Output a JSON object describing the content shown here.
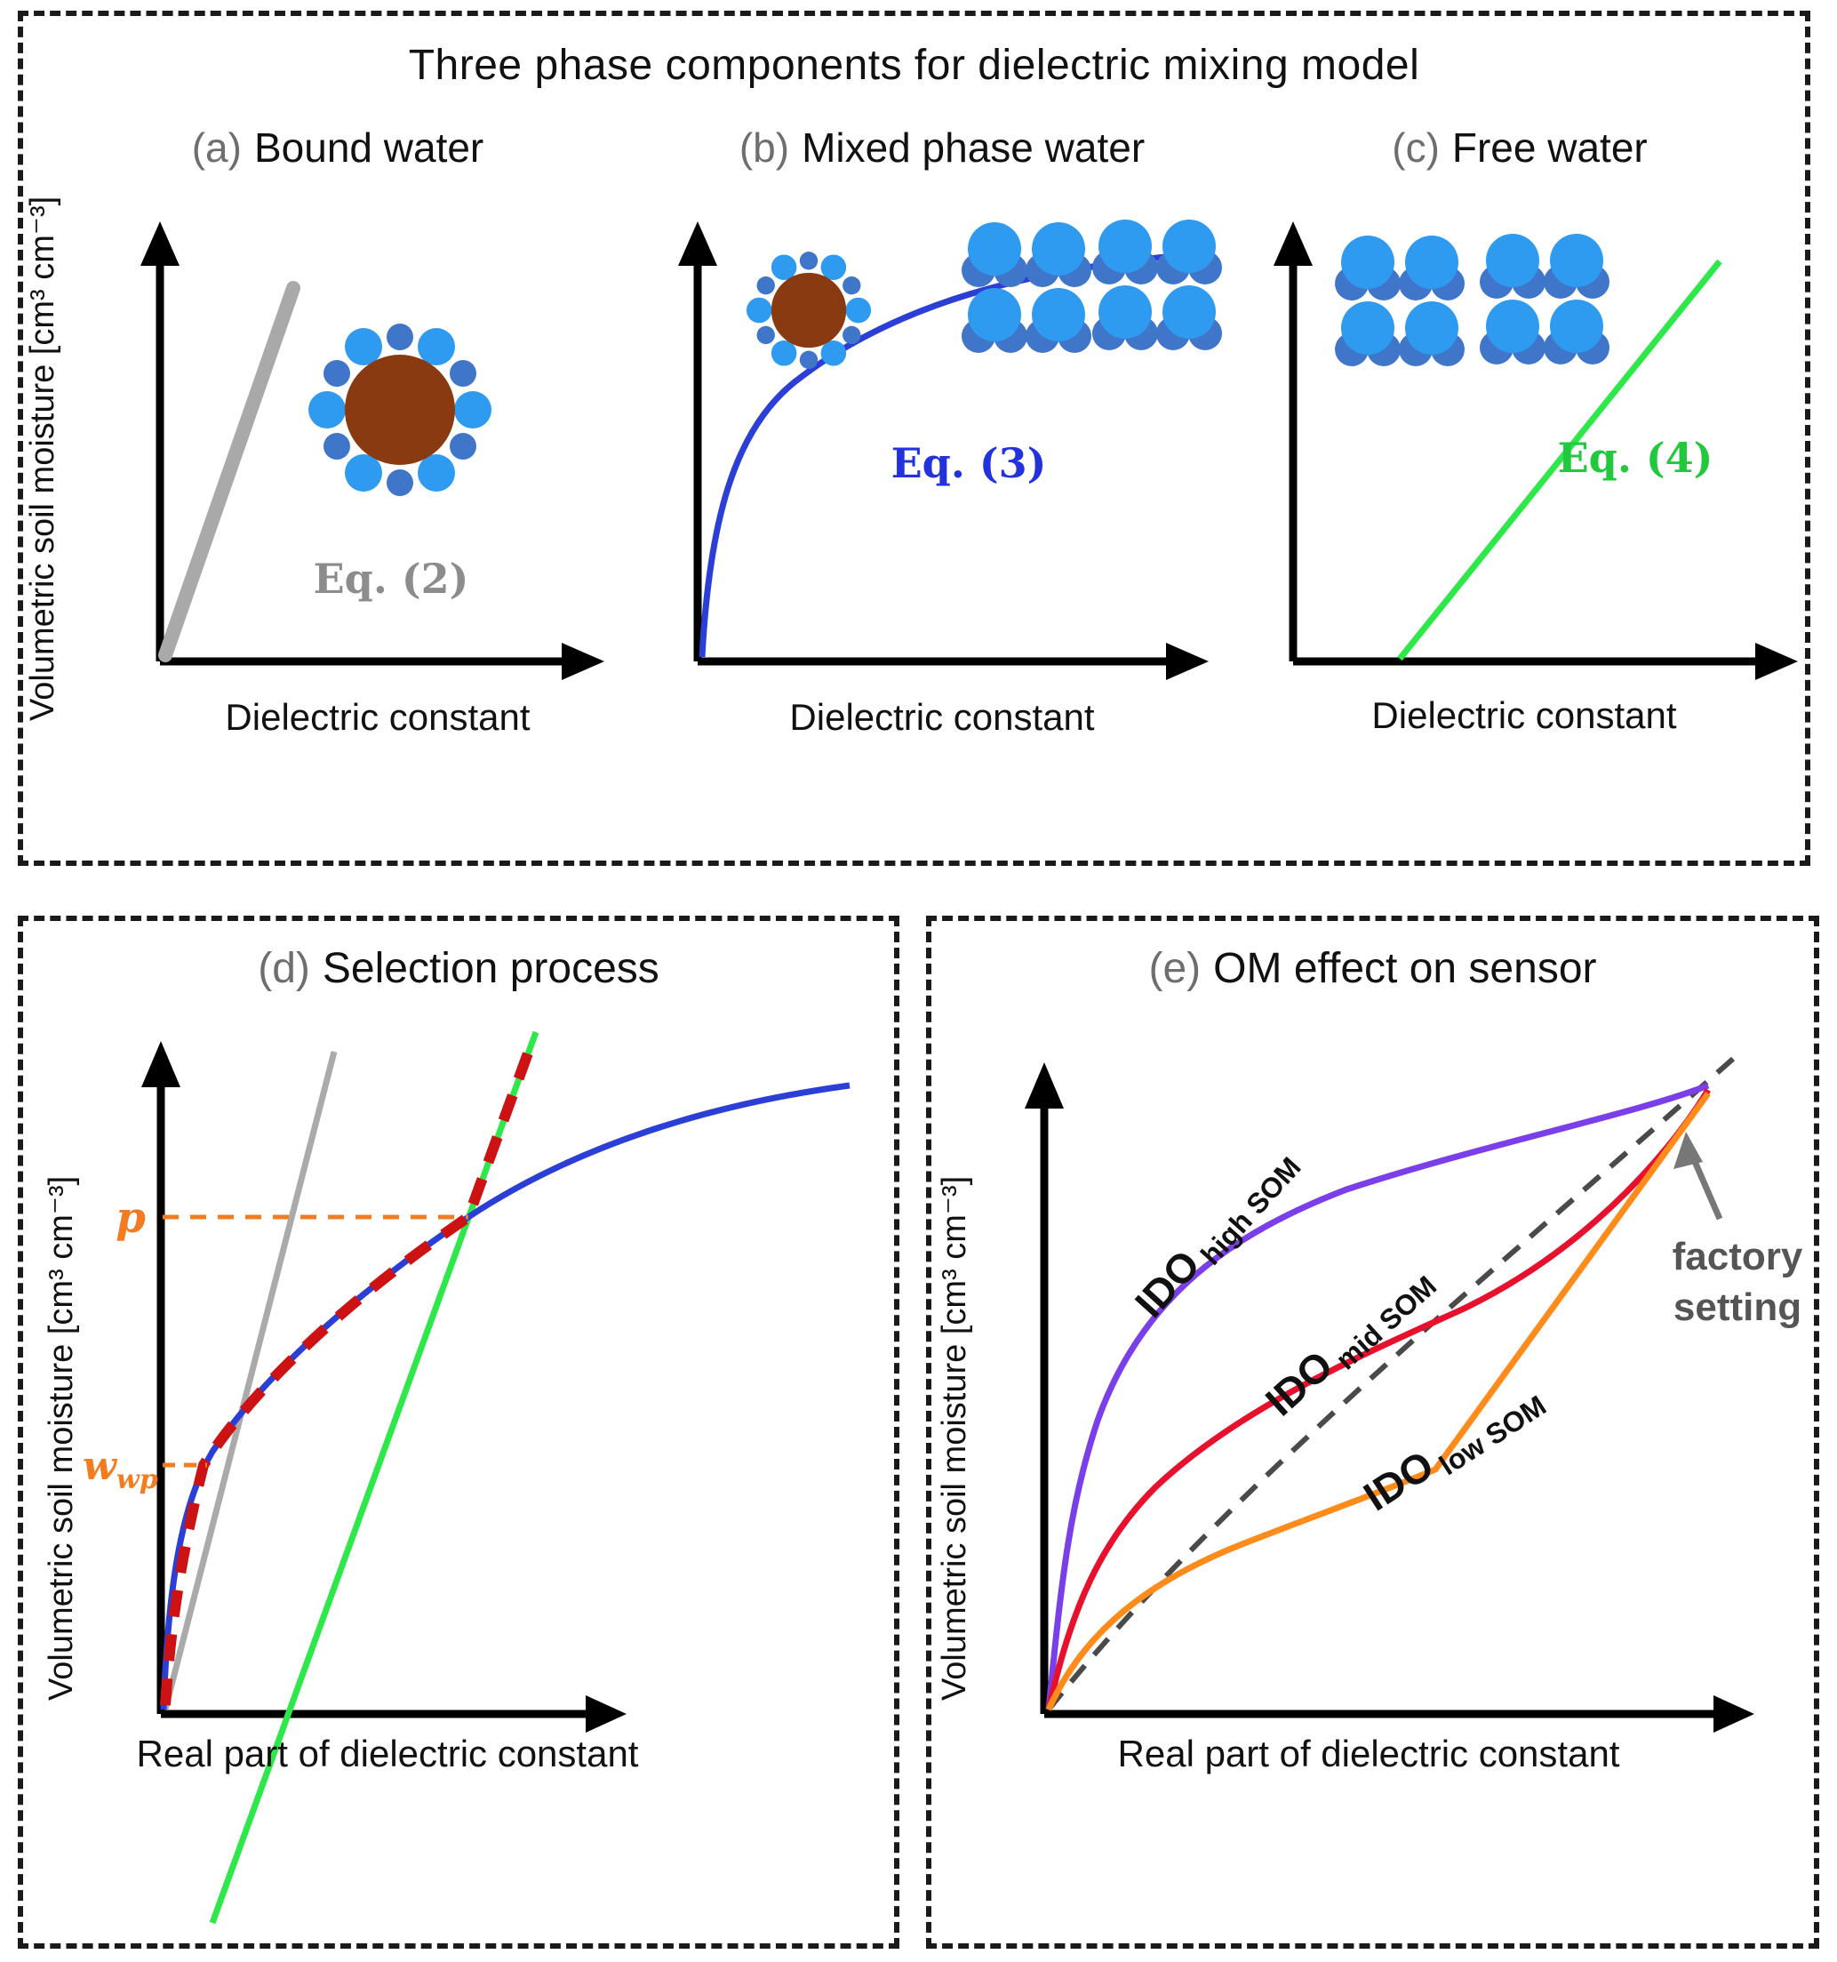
{
  "colors": {
    "gray_thick": "#a9a9a9",
    "gray_thin": "#aaaaaa",
    "blue_curve": "#2b3fd6",
    "green_line": "#2ee84a",
    "red_dashed": "#cc1212",
    "orange": "#f47c20",
    "purple_curve": "#7a3fe8",
    "red_curve": "#e8112d",
    "orange_curve": "#ff8c1a",
    "factory_dash": "#4a4a4a",
    "arrow_gray": "#777777",
    "water_light": "#2e9bf0",
    "water_dark": "#3f76c9",
    "soil_brown": "#8a3a10"
  },
  "top": {
    "title": "Three phase components for dielectric mixing model",
    "ylabel": "Volumetric soil moisture [cm³ cm⁻³]",
    "panels": [
      {
        "tag": "(a)",
        "label": "Bound water",
        "eq": "Eq. (2)",
        "xlabel": "Dielectric constant"
      },
      {
        "tag": "(b)",
        "label": "Mixed phase water",
        "eq": "Eq. (3)",
        "xlabel": "Dielectric constant"
      },
      {
        "tag": "(c)",
        "label": "Free water",
        "eq": "Eq. (4)",
        "xlabel": "Dielectric constant"
      }
    ]
  },
  "panel_d": {
    "tag": "(d)",
    "title": "Selection process",
    "ylabel": "Volumetric soil moisture [cm³ cm⁻³]",
    "xlabel": "Real part of dielectric constant",
    "p_label": "p",
    "w_label": "w",
    "w_sub": "wp"
  },
  "panel_e": {
    "tag": "(e)",
    "title": "OM effect on sensor",
    "ylabel": "Volumetric soil moisture [cm³ cm⁻³]",
    "xlabel": "Real part of dielectric constant",
    "series": [
      {
        "prefix": "IDO",
        "suffix": "high SOM"
      },
      {
        "prefix": "IDO",
        "suffix": "mid SOM"
      },
      {
        "prefix": "IDO",
        "suffix": "low SOM"
      }
    ],
    "factory_line1": "factory",
    "factory_line2": "setting"
  }
}
